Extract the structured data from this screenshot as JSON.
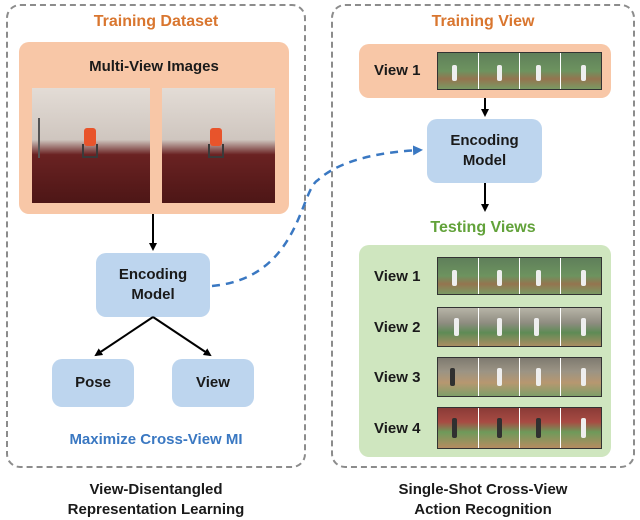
{
  "left_panel": {
    "heading": "Training Dataset",
    "images_box_title": "Multi-View Images",
    "encoder_line1": "Encoding",
    "encoder_line2": "Model",
    "pose_label": "Pose",
    "view_label": "View",
    "objective": "Maximize Cross-View MI"
  },
  "right_panel": {
    "training_heading": "Training View",
    "training_row_label": "View 1",
    "encoder_line1": "Encoding",
    "encoder_line2": "Model",
    "testing_heading": "Testing Views",
    "testing_rows": [
      {
        "label": "View 1"
      },
      {
        "label": "View 2"
      },
      {
        "label": "View 3"
      },
      {
        "label": "View 4"
      }
    ]
  },
  "captions": {
    "left_line1": "View-Disentangled",
    "left_line2": "Representation Learning",
    "right_line1": "Single-Shot Cross-View",
    "right_line2": "Action Recognition"
  },
  "colors": {
    "orange_text": "#d9762f",
    "green_text": "#62a23a",
    "blue_text": "#3a78c2",
    "orange_box": "#f8c7a7",
    "green_box": "#cfe6bf",
    "blue_box": "#bdd5ee"
  }
}
